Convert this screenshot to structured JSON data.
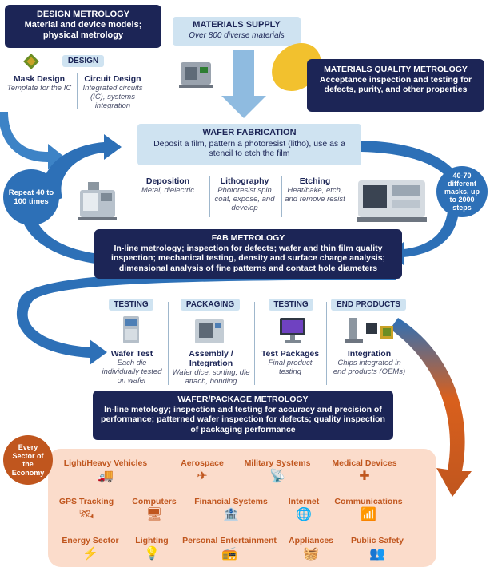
{
  "design": {
    "title": "DESIGN METROLOGY",
    "subtitle": "Material and device models; physical metrology",
    "tag": "DESIGN",
    "mask_title": "Mask Design",
    "mask_desc": "Template for the IC",
    "circuit_title": "Circuit Design",
    "circuit_desc": "Integrated circuits (IC), systems integration"
  },
  "supply": {
    "title": "MATERIALS SUPPLY",
    "subtitle": "Over 800 diverse materials"
  },
  "quality": {
    "title": "MATERIALS QUALITY METROLOGY",
    "subtitle": "Acceptance inspection and testing for defects, purity, and other properties"
  },
  "wafer": {
    "title": "WAFER FABRICATION",
    "subtitle": "Deposit a film, pattern a photoresist (litho), use as a stencil to etch the film"
  },
  "repeat": {
    "label": "Repeat 40 to 100 times"
  },
  "masks": {
    "label": "40-70 different masks, up to 2000 steps"
  },
  "steps": [
    {
      "title": "Deposition",
      "desc": "Metal, dielectric"
    },
    {
      "title": "Lithography",
      "desc": "Photoresist spin coat, expose, and develop"
    },
    {
      "title": "Etching",
      "desc": "Heat/bake, etch, and remove resist"
    }
  ],
  "fab": {
    "title": "FAB METROLOGY",
    "text": "In-line metrology; inspection for defects; wafer and thin film quality inspection; mechanical testing, density and surface charge analysis; dimensional analysis of fine patterns and contact hole diameters"
  },
  "stages": [
    {
      "tag": "TESTING",
      "title": "Wafer Test",
      "desc": "Each die individually tested on wafer"
    },
    {
      "tag": "PACKAGING",
      "title": "Assembly / Integration",
      "desc": "Wafer dice, sorting, die attach, bonding"
    },
    {
      "tag": "TESTING",
      "title": "Test Packages",
      "desc": "Final product testing"
    },
    {
      "tag": "END PRODUCTS",
      "title": "Integration",
      "desc": "Chips integrated in end products (OEMs)"
    }
  ],
  "package": {
    "title": "WAFER/PACKAGE METROLOGY",
    "text": "In-line metology; inspection and testing for accuracy and precision of performance; patterned wafer inspection for defects; quality inspection of packaging performance"
  },
  "economy": {
    "label": "Every Sector of the Economy"
  },
  "sectors": [
    {
      "label": "Light/Heavy Vehicles",
      "icon": "truck-icon",
      "glyph": "🚚"
    },
    {
      "label": "Aerospace",
      "icon": "airplane-icon",
      "glyph": "✈"
    },
    {
      "label": "Military Systems",
      "icon": "satellite-dish-icon",
      "glyph": "📡"
    },
    {
      "label": "Medical Devices",
      "icon": "medical-kit-icon",
      "glyph": "✚"
    },
    {
      "label": "GPS Tracking",
      "icon": "satellite-icon",
      "glyph": "🛰"
    },
    {
      "label": "Computers",
      "icon": "computer-icon",
      "glyph": "🖥"
    },
    {
      "label": "Financial Systems",
      "icon": "bank-icon",
      "glyph": "🏦"
    },
    {
      "label": "Internet",
      "icon": "globe-icon",
      "glyph": "🌐"
    },
    {
      "label": "Communications",
      "icon": "antenna-icon",
      "glyph": "📶"
    },
    {
      "label": "Energy Sector",
      "icon": "power-tower-icon",
      "glyph": "⚡"
    },
    {
      "label": "Lighting",
      "icon": "lamp-icon",
      "glyph": "💡"
    },
    {
      "label": "Personal Entertainment",
      "icon": "stereo-icon",
      "glyph": "📻"
    },
    {
      "label": "Appliances",
      "icon": "appliance-icon",
      "glyph": "🧺"
    },
    {
      "label": "Public Safety",
      "icon": "people-icon",
      "glyph": "👥"
    }
  ],
  "colors": {
    "navy": "#1c2556",
    "arrow_blue": "#2d70b7",
    "light_blue": "#cfe3f1",
    "orange": "#c0561e",
    "peach": "#fbdccb"
  }
}
